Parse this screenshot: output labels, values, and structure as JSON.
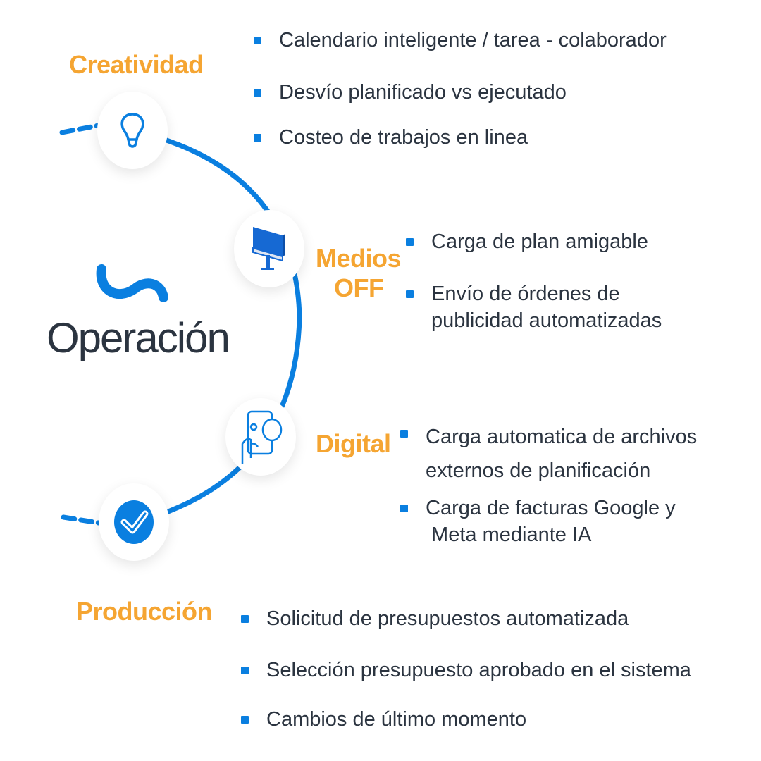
{
  "title": "Operación",
  "colors": {
    "accent": "#0a7fe0",
    "category": "#f5a532",
    "text": "#2b3440"
  },
  "sections": [
    {
      "name": "Creatividad",
      "icon": "lightbulb-icon",
      "items": [
        "Calendario inteligente / tarea - colaborador",
        "Desvío planificado vs ejecutado",
        "Costeo de trabajos en linea"
      ]
    },
    {
      "name_line1": "Medios",
      "name_line2": "OFF",
      "icon": "billboard-icon",
      "items": [
        "Carga de plan amigable",
        "Envío de órdenes de",
        "publicidad  automatizadas"
      ]
    },
    {
      "name": "Digital",
      "icon": "phone-chat-icon",
      "items": [
        "Carga automatica de archivos",
        "externos de planificación",
        "Carga de facturas Google y",
        " Meta mediante IA"
      ]
    },
    {
      "name": "Producción",
      "icon": "check-circle-icon",
      "items": [
        "Solicitud de presupuestos automatizada",
        "Selección presupuesto aprobado en el sistema",
        "Cambios de último momento"
      ]
    }
  ]
}
